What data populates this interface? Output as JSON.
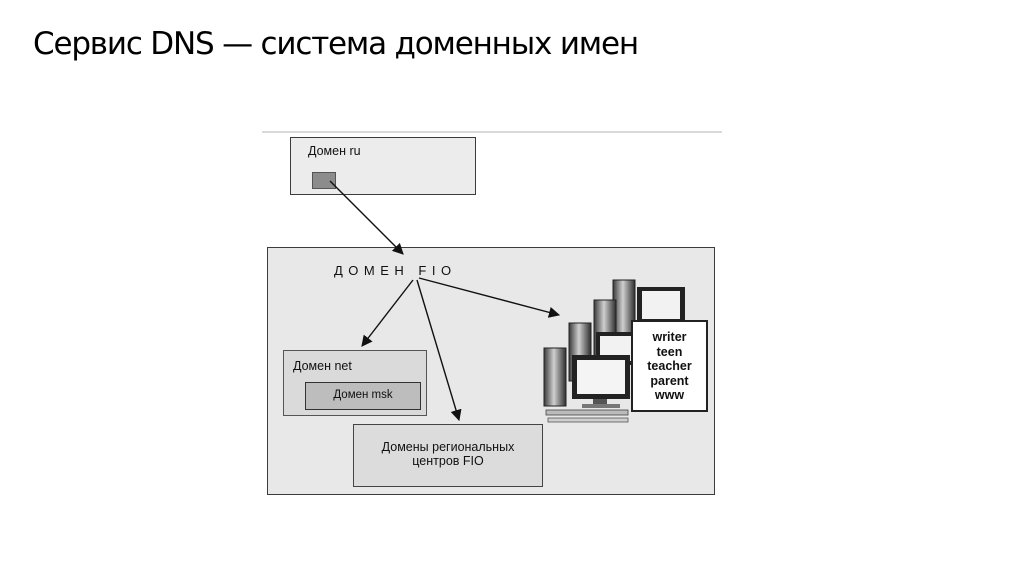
{
  "slide": {
    "title": "Сервис DNS — система доменных имен"
  },
  "diagram": {
    "domain_ru": "Домен ru",
    "domain_fio": "ДОМЕН FIO",
    "domain_net": "Домен net",
    "domain_msk": "Домен msk",
    "regional_line1": "Домены региональных",
    "regional_line2": "центров FIO",
    "subdomains": [
      "writer",
      "teen",
      "teacher",
      "parent",
      "www"
    ]
  }
}
